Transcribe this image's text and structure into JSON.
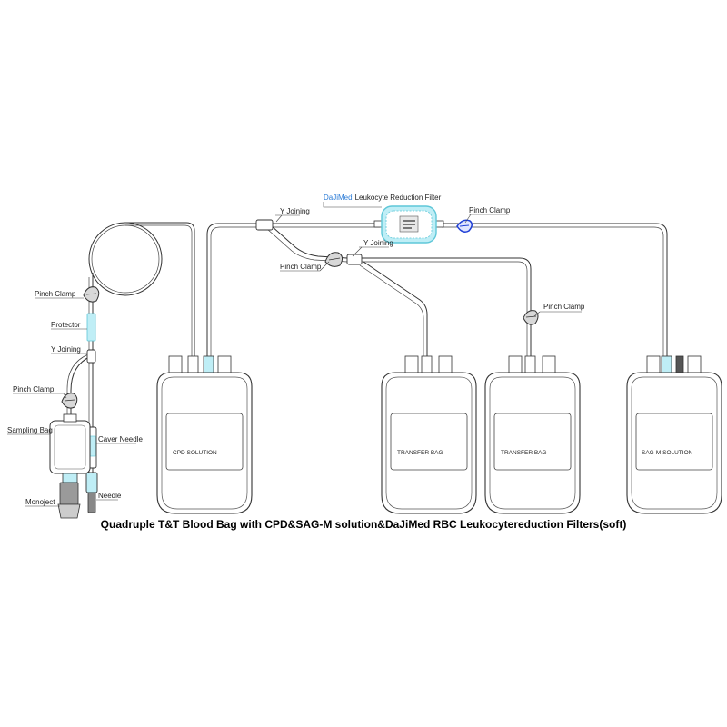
{
  "labels": {
    "brand": "DaJiMed",
    "filter": "Leukocyte Reduction Filter",
    "pinch_clamp": "Pinch Clamp",
    "y_joining": "Y Joining",
    "protector": "Protector",
    "sampling_bag": "Sampling Bag",
    "caver_needle": "Caver Needle",
    "needle": "Needle",
    "monoject": "Monoject"
  },
  "bags": {
    "cpd": "CPD SOLUTION",
    "transfer1": "TRANSFER BAG",
    "transfer2": "TRANSFER BAG",
    "sagm": "SAG-M SOLUTION"
  },
  "caption": "Quadruple T&T Blood Bag with CPD&SAG-M solution&DaJiMed RBC Leukocytereduction Filters(soft)",
  "colors": {
    "line": "#333333",
    "accent_blue": "#2b7bd6",
    "clamp_blue": "#1f3fd6",
    "cyan_fill": "#bfeef6",
    "cyan_stroke": "#5fc7d8"
  }
}
